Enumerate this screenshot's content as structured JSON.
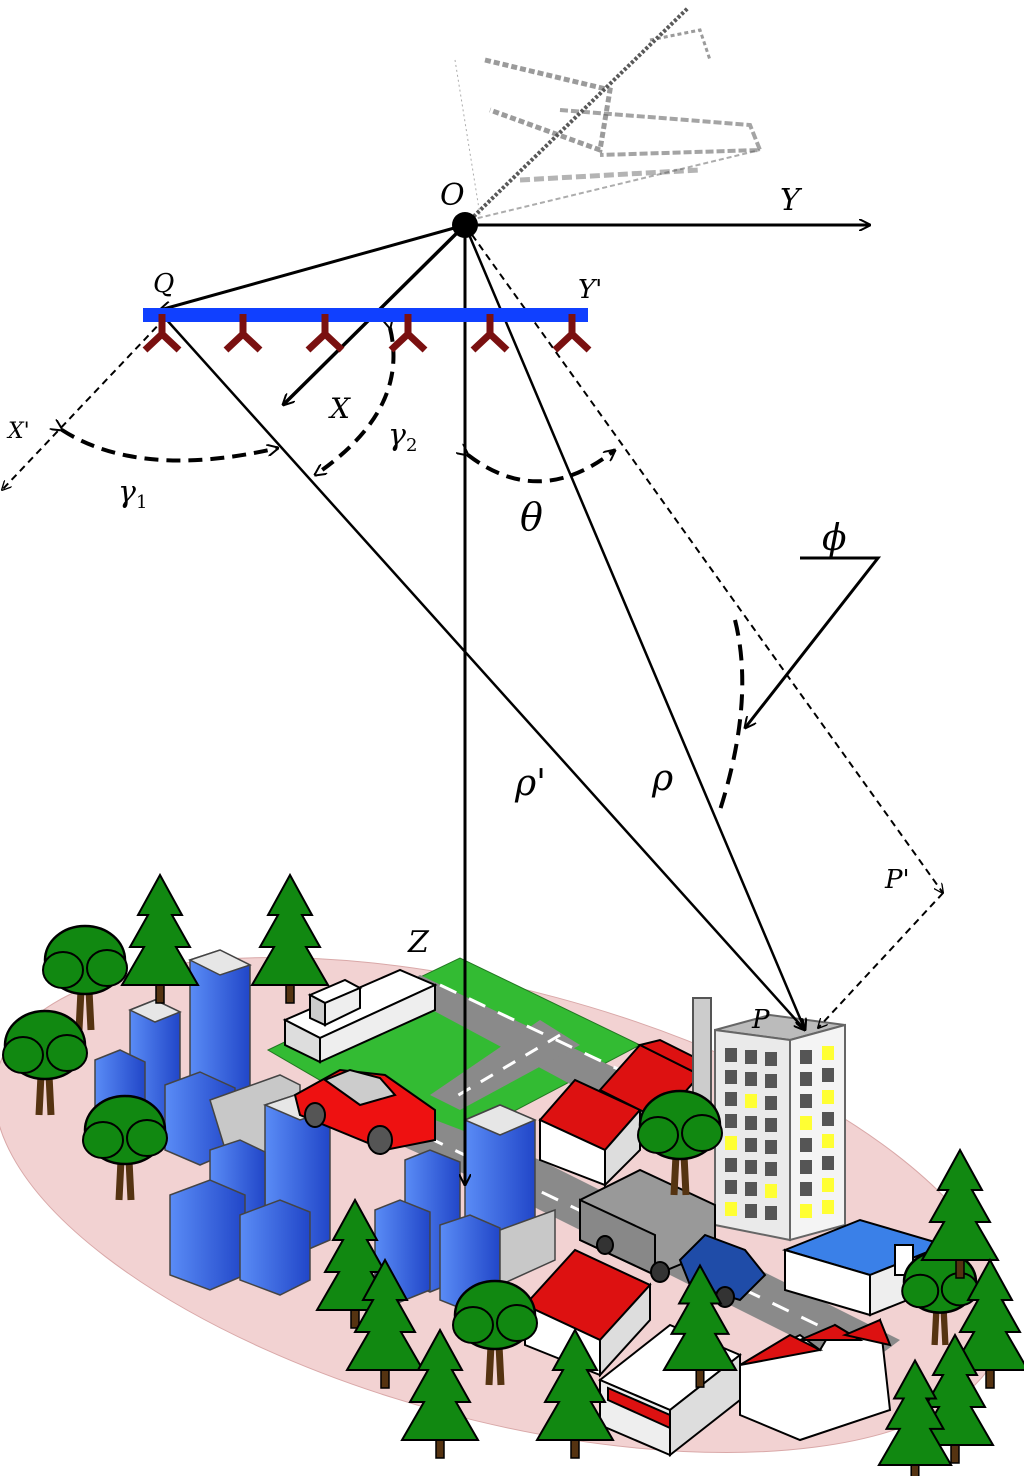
{
  "labels": {
    "O": "O",
    "Y": "Y",
    "Q": "Q",
    "Y_prime": "Y'",
    "X": "X",
    "X_prime": "X'",
    "gamma1": "γ",
    "gamma1_sub": "1",
    "gamma2": "γ",
    "gamma2_sub": "2",
    "theta": "θ",
    "phi": "ϕ",
    "rho_prime": "ρ'",
    "rho": "ρ",
    "P_prime": "P'",
    "Z": "Z",
    "P": "P"
  },
  "colors": {
    "array_bar": "#1040ff",
    "antenna": "#7a1010",
    "ground_ellipse": "#f2d2d2",
    "grass": "#33bb33",
    "road": "#8a8a8a",
    "building_blue": "#3a6ee8",
    "roof_red": "#dd1111",
    "tree": "#118811",
    "window_yellow": "#ffff33"
  },
  "icons": [
    "aircraft-icon",
    "antenna-element-icon",
    "tree-icon",
    "building-icon",
    "car-icon",
    "truck-icon"
  ]
}
